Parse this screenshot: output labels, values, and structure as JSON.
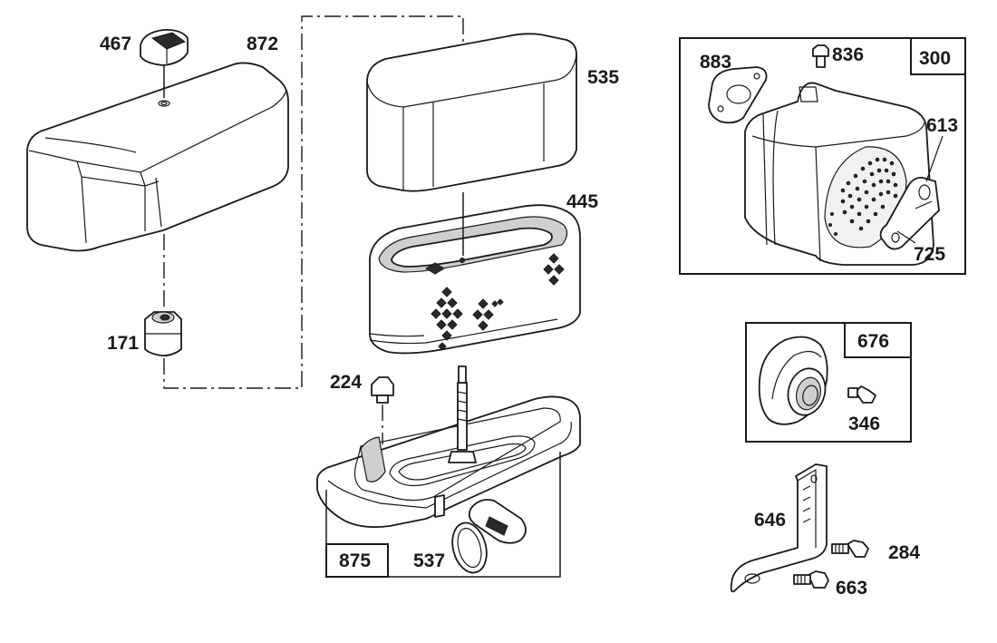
{
  "parts": {
    "p467": "467",
    "p872": "872",
    "p171": "171",
    "p535": "535",
    "p445": "445",
    "p224": "224",
    "p875": "875",
    "p537": "537",
    "p883": "883",
    "p836": "836",
    "p300": "300",
    "p613": "613",
    "p725": "725",
    "p676": "676",
    "p346": "346",
    "p646": "646",
    "p284": "284",
    "p663": "663"
  }
}
